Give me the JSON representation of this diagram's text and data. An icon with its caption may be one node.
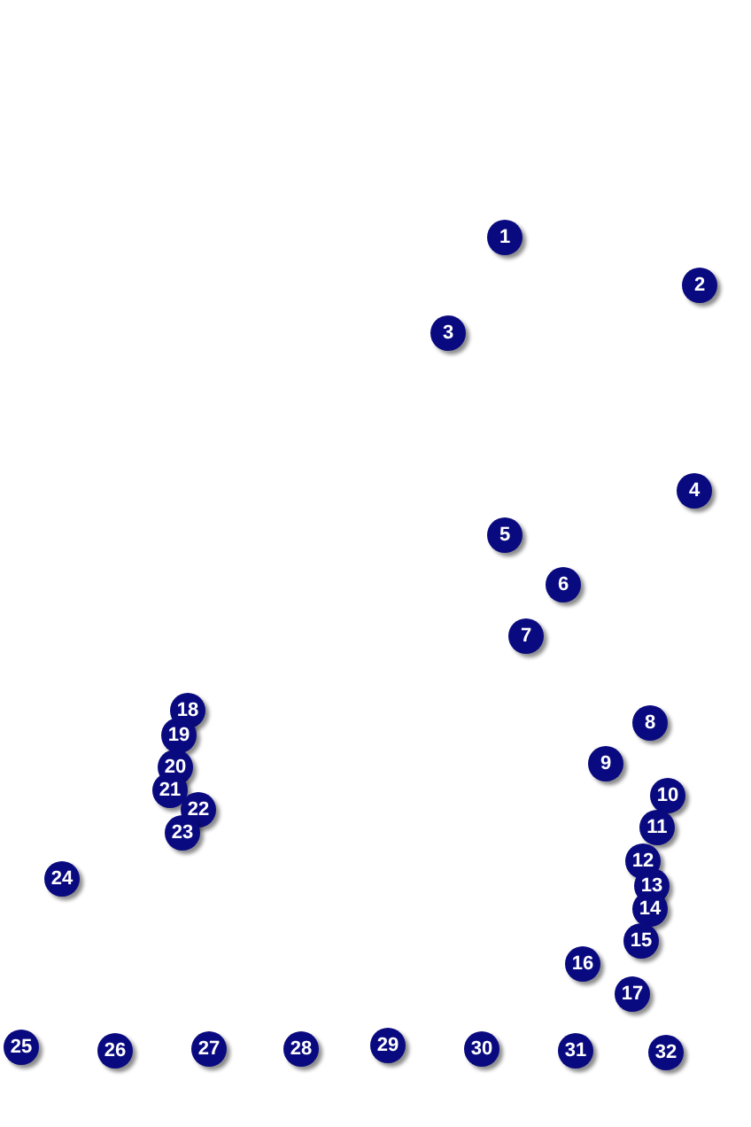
{
  "diagram": {
    "nodes": [
      {
        "text": [
          "1"
        ]
      },
      {
        "text": [
          "2"
        ]
      },
      {
        "text": [
          "3"
        ]
      },
      {
        "text": [
          "4"
        ]
      },
      {
        "text": [
          "5"
        ]
      },
      {
        "text": [
          "6"
        ]
      },
      {
        "text": [
          "7"
        ]
      },
      {
        "text": [
          "8"
        ]
      },
      {
        "text": [
          "9"
        ]
      },
      {
        "text": [
          "10"
        ]
      },
      {
        "text": [
          "11"
        ]
      },
      {
        "text": [
          "12"
        ]
      },
      {
        "text": [
          "13"
        ]
      },
      {
        "text": [
          "14"
        ]
      },
      {
        "text": [
          "15"
        ]
      },
      {
        "text": [
          "16"
        ]
      },
      {
        "text": [
          "17"
        ]
      },
      {
        "text": [
          "18"
        ]
      },
      {
        "text": [
          "19"
        ]
      },
      {
        "text": [
          "20"
        ]
      },
      {
        "text": [
          "21"
        ]
      },
      {
        "text": [
          "22"
        ]
      },
      {
        "text": [
          "23"
        ]
      },
      {
        "text": [
          "24"
        ]
      },
      {
        "text": [
          "25"
        ]
      },
      {
        "text": [
          "26"
        ]
      },
      {
        "text": [
          "27"
        ]
      },
      {
        "text": [
          "28"
        ]
      },
      {
        "text": [
          "29"
        ]
      },
      {
        "text": [
          "30"
        ]
      },
      {
        "text": [
          "31"
        ]
      },
      {
        "text": [
          "32"
        ]
      }
    ]
  }
}
